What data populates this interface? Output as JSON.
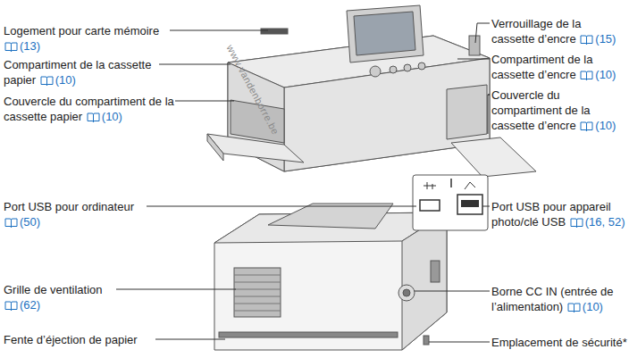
{
  "diagram": {
    "labels": [
      "Logement pour carte mémoire",
      "(13)",
      "Compartiment de la cassette papier",
      "(10)",
      "Couvercle du compartiment de la cassette papier",
      "(10)",
      "Port USB pour ordinateur",
      "(50)",
      "Grille de ventilation",
      "(62)",
      "Fente d’éjection de papier",
      "Verrouillage de la cassette d’encre",
      "(15)",
      "Compartiment de la cassette d’encre",
      "(10)",
      "Couvercle du compartiment de la cassette d’encre",
      "(10)",
      "Port USB pour appareil photo/clé USB",
      "(16, 52)",
      "Borne CC IN (entrée de l’alimentation)",
      "(10)",
      "Emplacement de sécurité*",
      "www.vandenborre.be"
    ]
  }
}
